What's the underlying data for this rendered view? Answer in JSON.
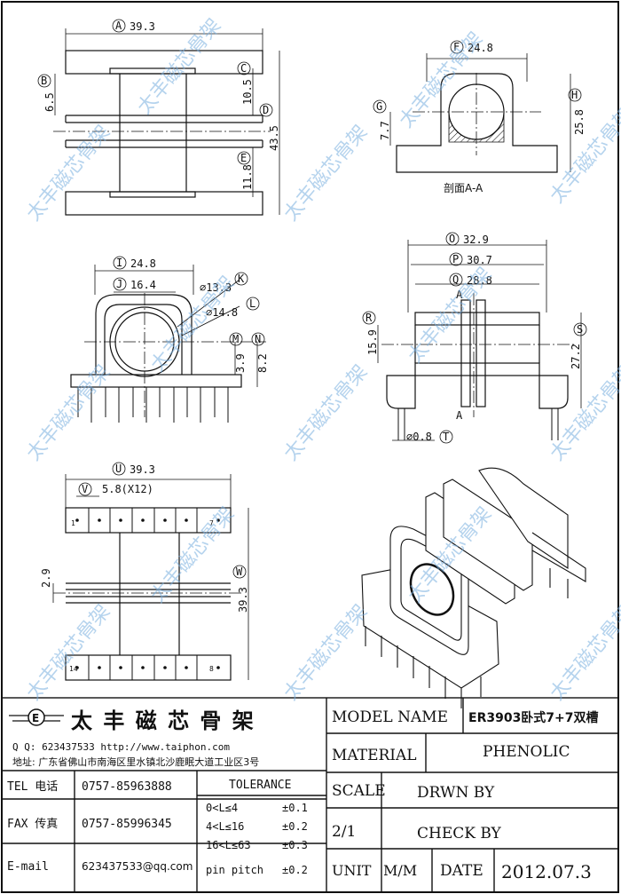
{
  "dims": {
    "A": "39.3",
    "B": "6.5",
    "C": "10.5",
    "D": "43.5",
    "E": "11.8",
    "F": "24.8",
    "G": "7.7",
    "H": "25.8",
    "I": "24.8",
    "J": "16.4",
    "K": "⌀13.3",
    "L": "⌀14.8",
    "M": "3.9",
    "N": "8.2",
    "O": "32.9",
    "P": "30.7",
    "Q": "28.8",
    "R": "15.9",
    "S": "27.2",
    "T": "⌀0.8",
    "U": "39.3",
    "V": "5.8(X12)",
    "W": "39.3",
    "extra": "2.9"
  },
  "labels": {
    "section": "剖面A-A",
    "a_mark": "A",
    "pin1": "1",
    "pin7": "7",
    "pin14": "14",
    "pin8": "8"
  },
  "title_block": {
    "company": "太 丰 磁 芯 骨 架",
    "qq_line": "Q Q: 623437533    http://www.taiphon.com",
    "address": "地址: 广东省佛山市南海区里水镇北沙鹿眠大道工业区3号",
    "tel_label": "TEL 电话",
    "tel": "0757-85963888",
    "fax_label": "FAX 传真",
    "fax": "0757-85996345",
    "email_label": "E-mail",
    "email": "623437533@qq.com",
    "tolerance": "TOLERANCE",
    "tol_rows": [
      {
        "range": "0<L≤4",
        "value": "±0.1"
      },
      {
        "range": "4<L≤16",
        "value": "±0.2"
      },
      {
        "range": "16<L≤63",
        "value": "±0.3"
      },
      {
        "range": "pin pitch",
        "value": "±0.2"
      }
    ],
    "model_name_label": "MODEL NAME",
    "model_name": "ER3903卧式7+7双槽",
    "material_label": "MATERIAL",
    "material": "PHENOLIC",
    "scale_label": "SCALE",
    "scale": "2/1",
    "drwn_by": "DRWN BY",
    "check_by": "CHECK BY",
    "unit_label": "UNIT",
    "unit": "M/M",
    "date_label": "DATE",
    "date": "2012.07.3"
  },
  "watermark": "太丰磁芯骨架"
}
